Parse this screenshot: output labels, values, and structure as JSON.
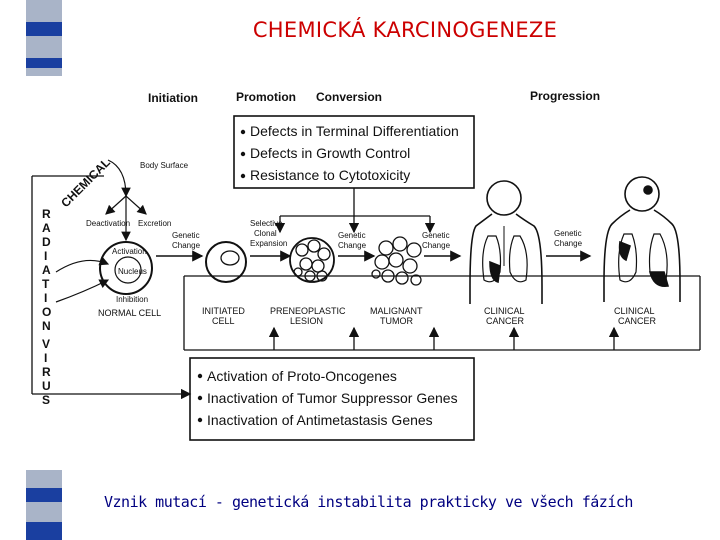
{
  "title": "CHEMICKÁ KARCINOGENEZE",
  "caption": "Vznik mutací - genetická instabilita prakticky ve všech fázích",
  "colors": {
    "title": "#cc0000",
    "caption": "#000080",
    "strip_blue": "#1a3fa0",
    "strip_grey": "#a9b4c8"
  },
  "diagram": {
    "phases": {
      "initiation": "Initiation",
      "promotion": "Promotion",
      "conversion": "Conversion",
      "progression": "Progression"
    },
    "top_box": [
      "Defects in Terminal Differentiation",
      "Defects in Growth Control",
      "Resistance to Cytotoxicity"
    ],
    "bottom_box": [
      "Activation of Proto-Oncogenes",
      "Inactivation of Tumor Suppressor Genes",
      "Inactivation of Antimetastasis Genes"
    ],
    "chemical": "CHEMICAL",
    "radiation_letters": [
      "R",
      "A",
      "D",
      "I",
      "A",
      "T",
      "I",
      "O",
      "N"
    ],
    "virus_letters": [
      "V",
      "I",
      "R",
      "U",
      "S"
    ],
    "body_surface": "Body Surface",
    "deactivation": "Deactivation",
    "excretion": "Excretion",
    "activation": "Activation",
    "nucleus": "Nucleus",
    "inhibition": "Inhibition",
    "selective_clonal_expansion": [
      "Selective",
      "Clonal",
      "Expansion"
    ],
    "genetic_change": [
      "Genetic",
      "Change"
    ],
    "stages": {
      "normal": "NORMAL CELL",
      "initiated": [
        "INITIATED",
        "CELL"
      ],
      "preneoplastic": [
        "PRENEOPLASTIC",
        "LESION"
      ],
      "malignant": [
        "MALIGNANT",
        "TUMOR"
      ],
      "clinical1": [
        "CLINICAL",
        "CANCER"
      ],
      "clinical2": [
        "CLINICAL",
        "CANCER"
      ]
    }
  }
}
